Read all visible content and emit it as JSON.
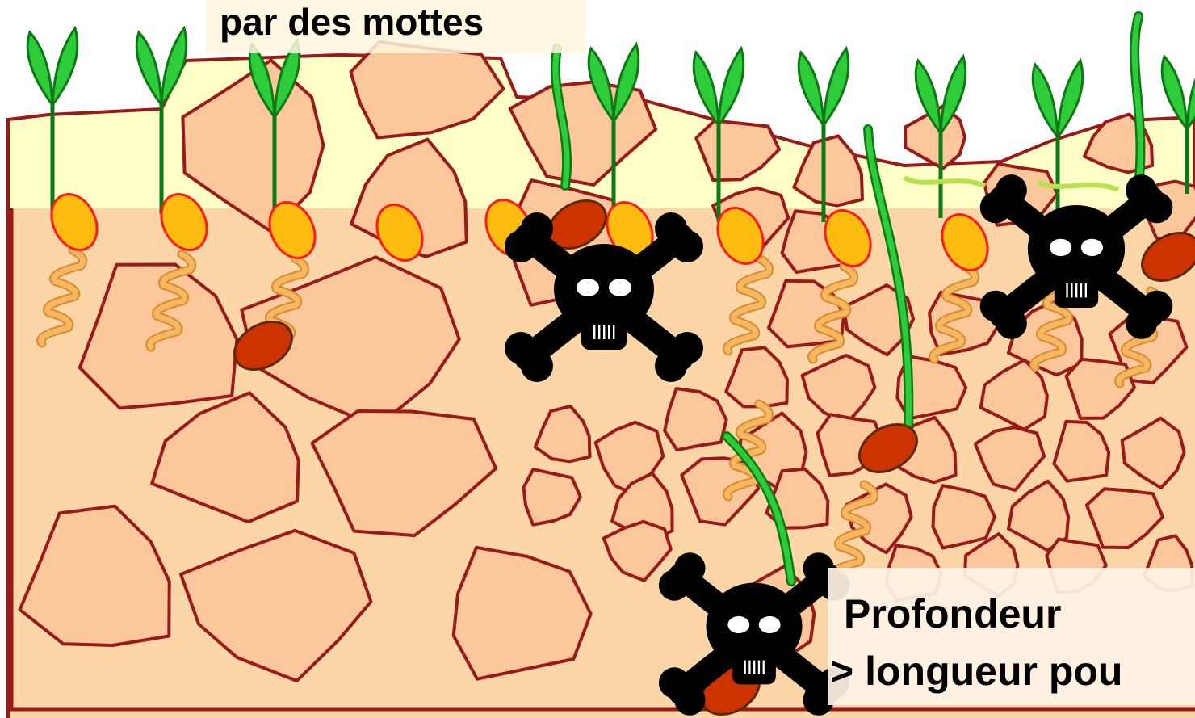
{
  "labels": {
    "top": "par des mottes",
    "bottom_line1": "Profondeur",
    "bottom_line2": "> longueur pou"
  },
  "colors": {
    "clod_fill": "#fcc79a",
    "clod_stroke": "#9a1a1a",
    "topsoil": "#ffffc8",
    "leaf": "#2ecb3a",
    "leaf_stroke": "#0c7a14",
    "seed": "#ffbb10",
    "seed_stroke": "#ff1a1a",
    "rotten_seed": "#cc3300",
    "root": "#f5b860",
    "skull": "#000000"
  },
  "icons": [
    "plant-icon",
    "seed-icon",
    "rotten-seed-icon",
    "skull-crossbones-icon",
    "soil-clod-icon"
  ]
}
